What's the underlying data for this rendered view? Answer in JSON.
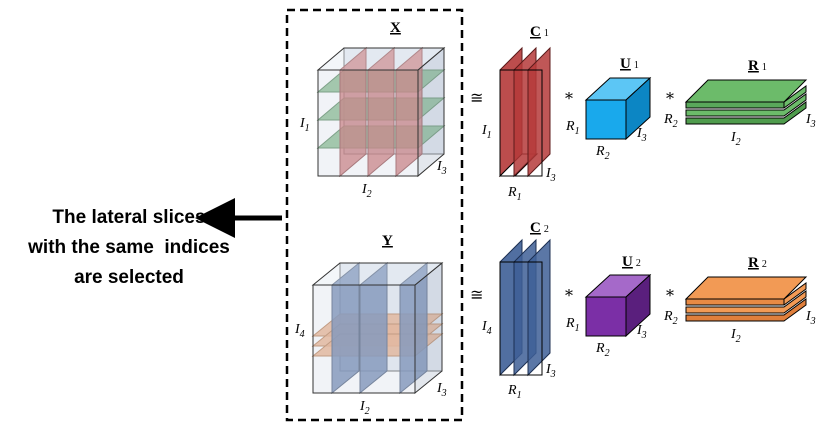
{
  "caption": {
    "line1": "The lateral slices",
    "line2": "with the same  indices",
    "line3": "are selected"
  },
  "tensors": {
    "x": "X",
    "y": "Y",
    "c1": "C",
    "c1_sub": "1",
    "u1": "U",
    "u1_sub": "1",
    "r1": "R",
    "r1_sub": "1",
    "c2": "C",
    "c2_sub": "2",
    "u2": "U",
    "u2_sub": "2",
    "r2": "R",
    "r2_sub": "2"
  },
  "symbols": {
    "approx": "≅",
    "times": "*"
  },
  "dims": {
    "i": "I",
    "r": "R",
    "s1": "1",
    "s2": "2",
    "s3": "3",
    "s4": "4"
  },
  "colors": {
    "red_slice": "#b53a3a",
    "green_slice": "#4e9b58",
    "blue_slice": "#3e5f97",
    "orange_slice": "#e39461",
    "u1_cube": "#2bb2ef",
    "u2_cube": "#7b36a8",
    "r1_slabs": "#6cbb6a",
    "r2_slabs": "#f29a55",
    "cube_fill": "#dfe5ee"
  }
}
